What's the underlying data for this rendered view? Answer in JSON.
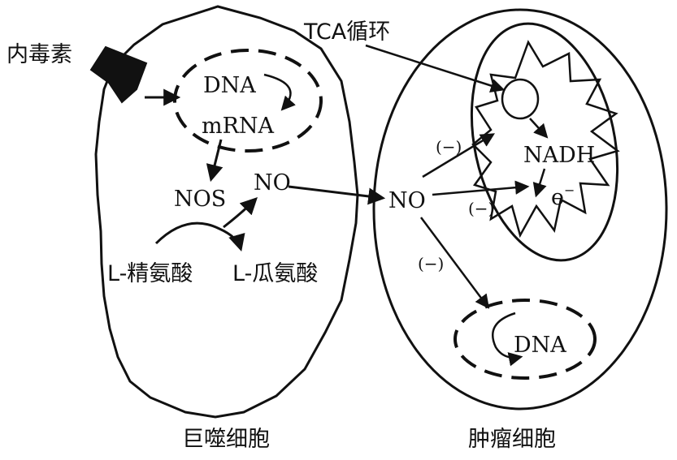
{
  "labels": {
    "endotoxin": "内毒素",
    "dna_macrophage": "DNA",
    "mrna": "mRNA",
    "nos": "NOS",
    "no_macrophage": "NO",
    "l_arginine": "L-精氨酸",
    "l_citrulline": "L-瓜氨酸",
    "macrophage": "巨噬细胞",
    "tca_cycle": "TCA循环",
    "no_tumor": "NO",
    "nadh": "NADH",
    "electron": "e",
    "electron_sup": "−",
    "dna_tumor": "DNA",
    "tumor_cell": "肿瘤细胞",
    "inhibit_1": "(−)",
    "inhibit_2": "(−)",
    "inhibit_3": "(−)"
  }
}
